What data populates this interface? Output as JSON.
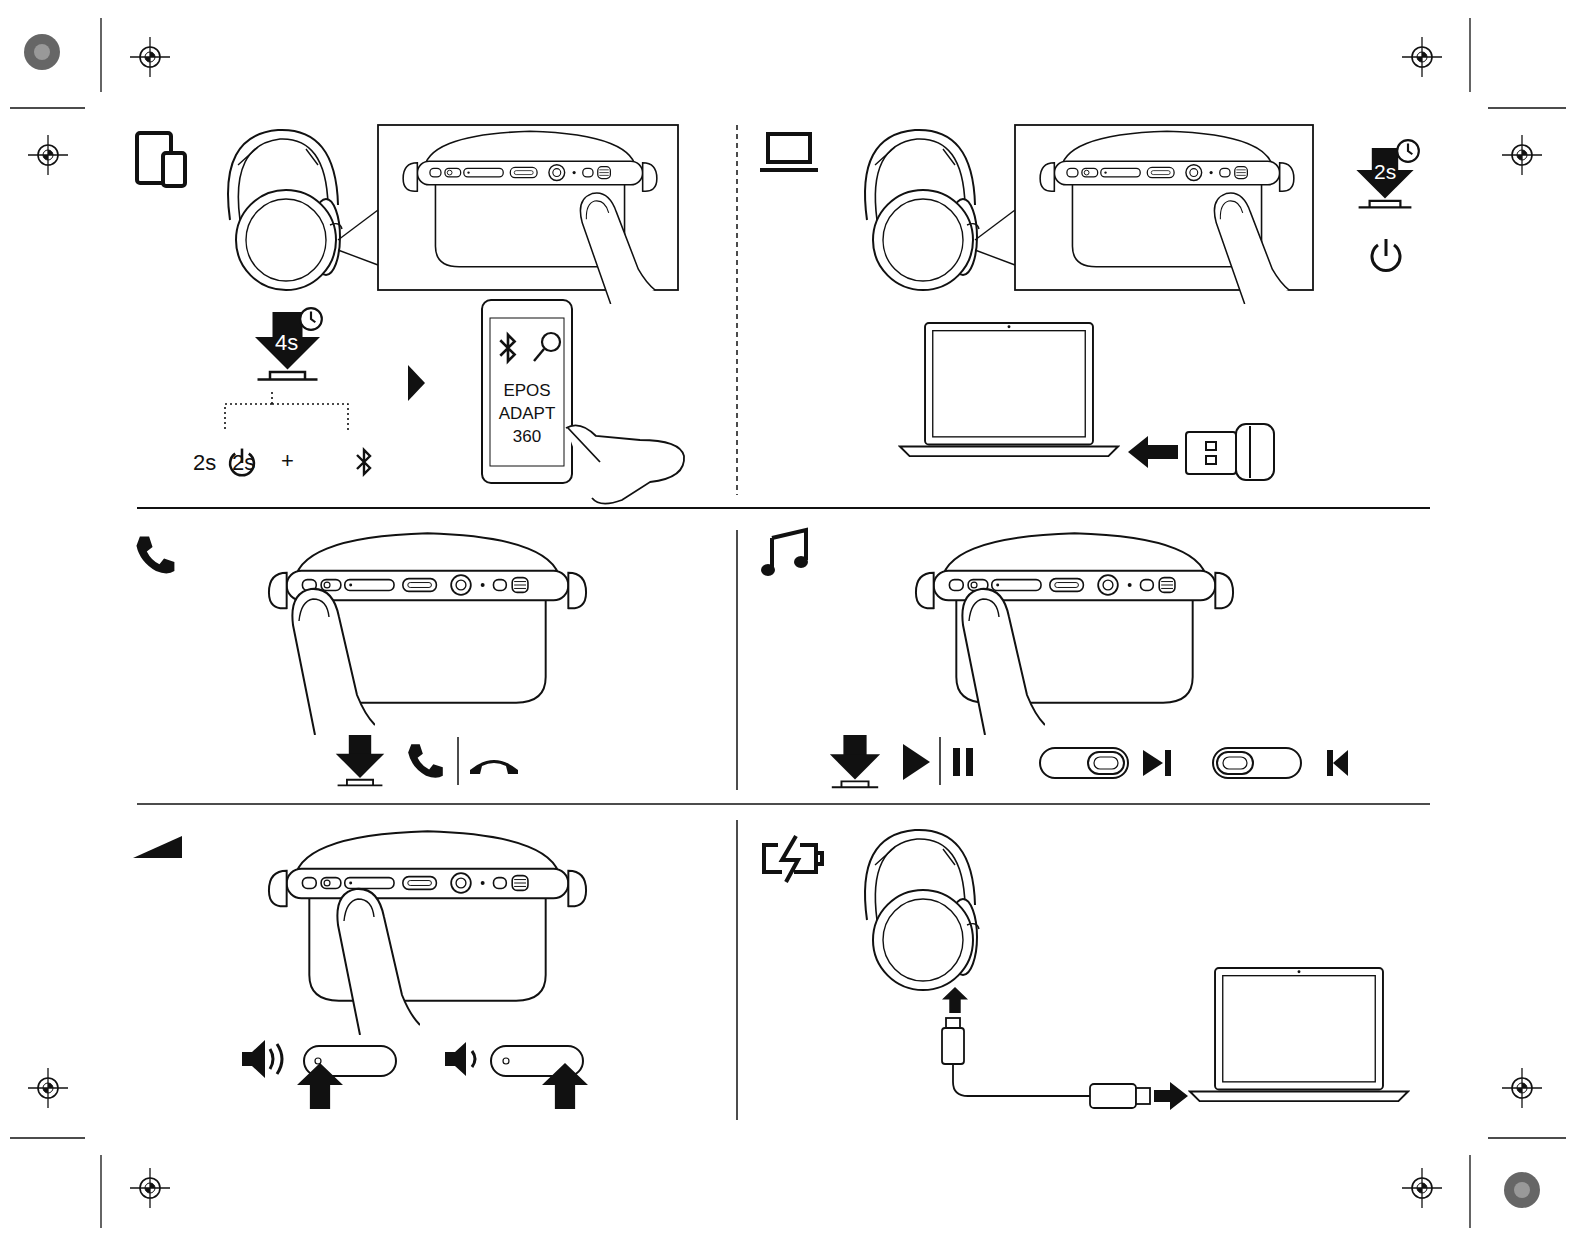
{
  "diagram": {
    "nodes": [
      {
        "text": [
          "EPOS ADAPT 360"
        ]
      }
    ],
    "labels": [
      "4s",
      "2s",
      "2s",
      "+",
      "2s"
    ]
  }
}
